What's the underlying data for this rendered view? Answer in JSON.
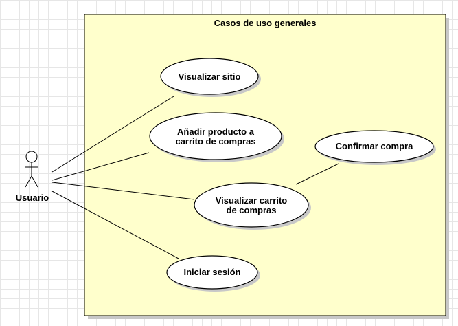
{
  "diagram": {
    "system_title": "Casos de uso generales",
    "actor": {
      "name": "Usuario",
      "icon": "stick-figure-icon"
    },
    "use_cases": [
      {
        "id": "visualizar-sitio",
        "lines": [
          "Visualizar sitio"
        ]
      },
      {
        "id": "anadir-producto",
        "lines": [
          "Añadir producto a",
          "carrito de compras"
        ]
      },
      {
        "id": "visualizar-carrito",
        "lines": [
          "Visualizar carrito",
          "de compras"
        ]
      },
      {
        "id": "confirmar-compra",
        "lines": [
          "Confirmar compra"
        ]
      },
      {
        "id": "iniciar-sesion",
        "lines": [
          "Iniciar sesión"
        ]
      }
    ],
    "associations": [
      {
        "from": "actor",
        "to": "visualizar-sitio"
      },
      {
        "from": "actor",
        "to": "anadir-producto"
      },
      {
        "from": "actor",
        "to": "visualizar-carrito"
      },
      {
        "from": "actor",
        "to": "iniciar-sesion"
      },
      {
        "from": "visualizar-carrito",
        "to": "confirmar-compra"
      }
    ],
    "colors": {
      "system_fill": "#ffffcc",
      "system_border": "#000000",
      "usecase_fill": "#ffffff",
      "grid": "#e6e6e6"
    }
  }
}
